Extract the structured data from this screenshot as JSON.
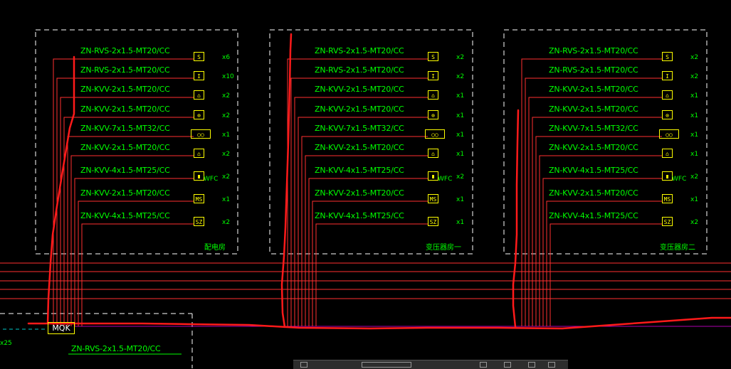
{
  "panels": [
    {
      "room": "配电房",
      "rows": [
        {
          "label": "ZN-RVS-2x1.5-MT20/CC",
          "symbol": "switch-symbol-icon",
          "glyph": "S",
          "count": "x6"
        },
        {
          "label": "ZN-RVS-2x1.5-MT20/CC",
          "symbol": "button-symbol-icon",
          "glyph": "I",
          "count": "x10"
        },
        {
          "label": "ZN-KVV-2x1.5-MT20/CC",
          "symbol": "alarm-bell-symbol-icon",
          "glyph": "⌂",
          "count": "x2"
        },
        {
          "label": "ZN-KVV-2x1.5-MT20/CC",
          "symbol": "lamp-symbol-icon",
          "glyph": "⊗",
          "count": "x2"
        },
        {
          "label": "ZN-KVV-7x1.5-MT32/CC",
          "symbol": "module-symbol-icon",
          "glyph": "○○",
          "count": "x1"
        },
        {
          "label": "ZN-KVV-2x1.5-MT20/CC",
          "symbol": "sounder-symbol-icon",
          "glyph": "⌂",
          "count": "x2"
        },
        {
          "label": "ZN-KVV-4x1.5-MT25/CC",
          "symbol": "valve-symbol-icon",
          "glyph": "∎",
          "count": "x2"
        },
        {
          "label": "ZN-KVV-2x1.5-MT20/CC",
          "symbol": "ms-symbol-icon",
          "glyph": "MS",
          "count": "x1"
        },
        {
          "label": "ZN-KVV-4x1.5-MT25/CC",
          "symbol": "sz-symbol-icon",
          "glyph": "SZ",
          "count": "x2"
        }
      ]
    },
    {
      "room": "变压器房一",
      "rows": [
        {
          "label": "ZN-RVS-2x1.5-MT20/CC",
          "symbol": "switch-symbol-icon",
          "glyph": "S",
          "count": "x2"
        },
        {
          "label": "ZN-RVS-2x1.5-MT20/CC",
          "symbol": "button-symbol-icon",
          "glyph": "I",
          "count": "x2"
        },
        {
          "label": "ZN-KVV-2x1.5-MT20/CC",
          "symbol": "alarm-bell-symbol-icon",
          "glyph": "⌂",
          "count": "x1"
        },
        {
          "label": "ZN-KVV-2x1.5-MT20/CC",
          "symbol": "lamp-symbol-icon",
          "glyph": "⊗",
          "count": "x1"
        },
        {
          "label": "ZN-KVV-7x1.5-MT32/CC",
          "symbol": "module-symbol-icon",
          "glyph": "○○",
          "count": "x1"
        },
        {
          "label": "ZN-KVV-2x1.5-MT20/CC",
          "symbol": "sounder-symbol-icon",
          "glyph": "⌂",
          "count": "x1"
        },
        {
          "label": "ZN-KVV-4x1.5-MT25/CC",
          "symbol": "valve-symbol-icon",
          "glyph": "∎",
          "count": "x2"
        },
        {
          "label": "ZN-KVV-2x1.5-MT20/CC",
          "symbol": "ms-symbol-icon",
          "glyph": "MS",
          "count": "x1"
        },
        {
          "label": "ZN-KVV-4x1.5-MT25/CC",
          "symbol": "sz-symbol-icon",
          "glyph": "SZ",
          "count": "x1"
        }
      ]
    },
    {
      "room": "变压器房二",
      "rows": [
        {
          "label": "ZN-RVS-2x1.5-MT20/CC",
          "symbol": "switch-symbol-icon",
          "glyph": "S",
          "count": "x2"
        },
        {
          "label": "ZN-RVS-2x1.5-MT20/CC",
          "symbol": "button-symbol-icon",
          "glyph": "I",
          "count": "x2"
        },
        {
          "label": "ZN-KVV-2x1.5-MT20/CC",
          "symbol": "alarm-bell-symbol-icon",
          "glyph": "⌂",
          "count": "x1"
        },
        {
          "label": "ZN-KVV-2x1.5-MT20/CC",
          "symbol": "lamp-symbol-icon",
          "glyph": "⊗",
          "count": "x1"
        },
        {
          "label": "ZN-KVV-7x1.5-MT32/CC",
          "symbol": "module-symbol-icon",
          "glyph": "○○",
          "count": "x1"
        },
        {
          "label": "ZN-KVV-2x1.5-MT20/CC",
          "symbol": "sounder-symbol-icon",
          "glyph": "⌂",
          "count": "x1"
        },
        {
          "label": "ZN-KVV-4x1.5-MT25/CC",
          "symbol": "valve-symbol-icon",
          "glyph": "∎",
          "count": "x2"
        },
        {
          "label": "ZN-KVV-2x1.5-MT20/CC",
          "symbol": "ms-symbol-icon",
          "glyph": "MS",
          "count": "x1"
        },
        {
          "label": "ZN-KVV-4x1.5-MT25/CC",
          "symbol": "sz-symbol-icon",
          "glyph": "SZ",
          "count": "x2"
        }
      ]
    }
  ],
  "valve_suffix": "WFC",
  "main_box": {
    "tag": "MQK",
    "cable": "ZN-RVS-2x1.5-MT20/CC",
    "left_count": "x25"
  },
  "colors": {
    "background": "#000000",
    "cable_text": "#00ff00",
    "symbol": "#ffff00",
    "wire": "#ff3030",
    "markup": "#ff1a1a",
    "frame": "#ffffff",
    "bus_purple": "#b000b0",
    "bus_cyan": "#00c8c8"
  }
}
